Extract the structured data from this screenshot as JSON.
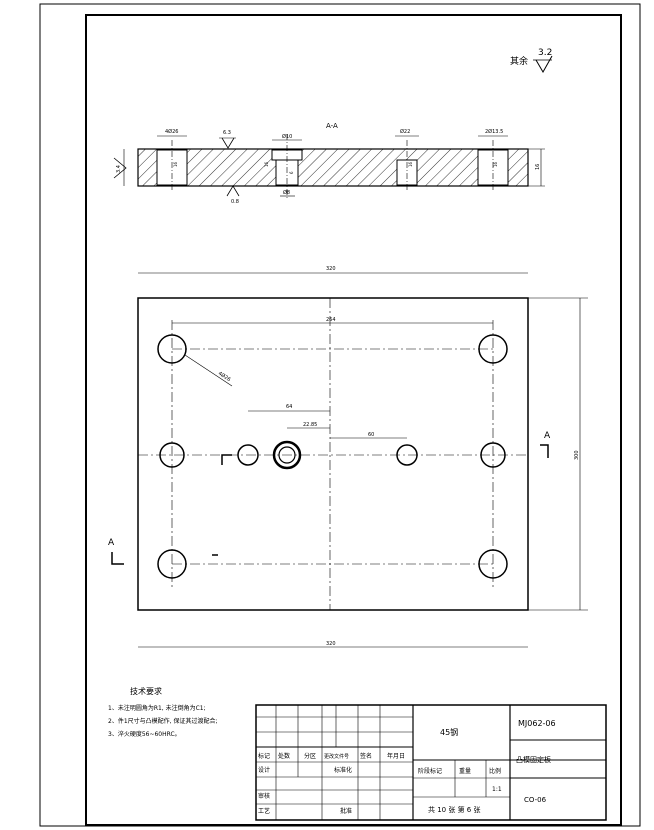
{
  "surface_finish": {
    "label": "其余",
    "value": "3.2"
  },
  "section_view": {
    "title": "A-A",
    "dims": {
      "left_hole": "4Ø26",
      "counterbore": "Ø10",
      "mid_hole": "Ø22",
      "right_hole": "2Ø13.5",
      "bottom_hole": "Ø8",
      "left_height": "3.4",
      "right_height": "16",
      "rough_top": "6.3",
      "rough_bottom": "0.8",
      "h1": "16",
      "h2": "16",
      "h3": "6",
      "h4": "16",
      "h5": "16"
    }
  },
  "plan_view": {
    "dims": {
      "top_width": "320",
      "hole_span": "264",
      "corner_holes": "4Ø26",
      "center_offset_1": "64",
      "center_offset_2": "22.85",
      "right_offset": "60",
      "height": "300",
      "bottom_width": "320"
    },
    "section_marks": [
      "A",
      "A"
    ]
  },
  "tech_requirements": {
    "title": "技术要求",
    "items": [
      "1、未注明圆角为R1, 未注倒角为C1;",
      "2、件1尺寸与凸模配作, 保证其过渡配合;",
      "3、淬火硬度56~60HRC。"
    ]
  },
  "title_block": {
    "material": "45钢",
    "drawing_no": "MJ062-06",
    "part_name": "凸模固定板",
    "headers": [
      "标记",
      "处数",
      "分区",
      "更改文件号",
      "签名",
      "年月日"
    ],
    "design": "设计",
    "standardize": "标准化",
    "stage_mark": "阶段标记",
    "weight": "重量",
    "scale_label": "比例",
    "scale": "1:1",
    "check": "审核",
    "process": "工艺",
    "approve": "批准",
    "sheets": "共 10 张   第 6 张",
    "code": "CO-06"
  }
}
